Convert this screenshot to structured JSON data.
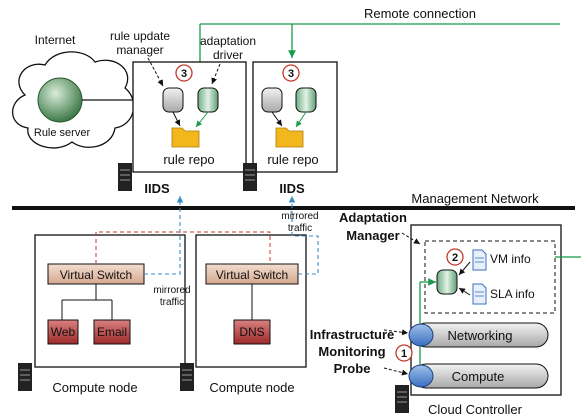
{
  "labels": {
    "remote_connection": "Remote connection",
    "internet": "Internet",
    "rule_server": "Rule server",
    "rule_update_manager_1": "rule update",
    "rule_update_manager_2": "manager",
    "adaptation_driver_1": "adaptation",
    "adaptation_driver_2": "driver",
    "step3": "3",
    "rule_repo": "rule repo",
    "iids": "IIDS",
    "management_network": "Management Network",
    "mirrored_traffic_1": "mirrored",
    "mirrored_traffic_2": "traffic",
    "adaptation_manager_1": "Adaptation",
    "adaptation_manager_2": "Manager",
    "step2": "2",
    "vm_info": "VM info",
    "sla_info": "SLA info",
    "virtual_switch": "Virtual Switch",
    "web": "Web",
    "email": "Email",
    "dns": "DNS",
    "infra_probe_1": "Infrastructure",
    "infra_probe_2": "Monitoring",
    "infra_probe_3": "Probe",
    "step1": "1",
    "networking": "Networking",
    "compute": "Compute",
    "compute_node": "Compute node",
    "cloud_controller": "Cloud Controller"
  },
  "colors": {
    "green_link": "#1a9a4a",
    "blue_dashed": "#3a8cc4",
    "red_dashed": "#c0392b",
    "vm_fill": "#b83a3a",
    "switch_fill": "#e8c8b8",
    "oval_blue": "#3a6fc0",
    "folder": "#f2b71c"
  }
}
